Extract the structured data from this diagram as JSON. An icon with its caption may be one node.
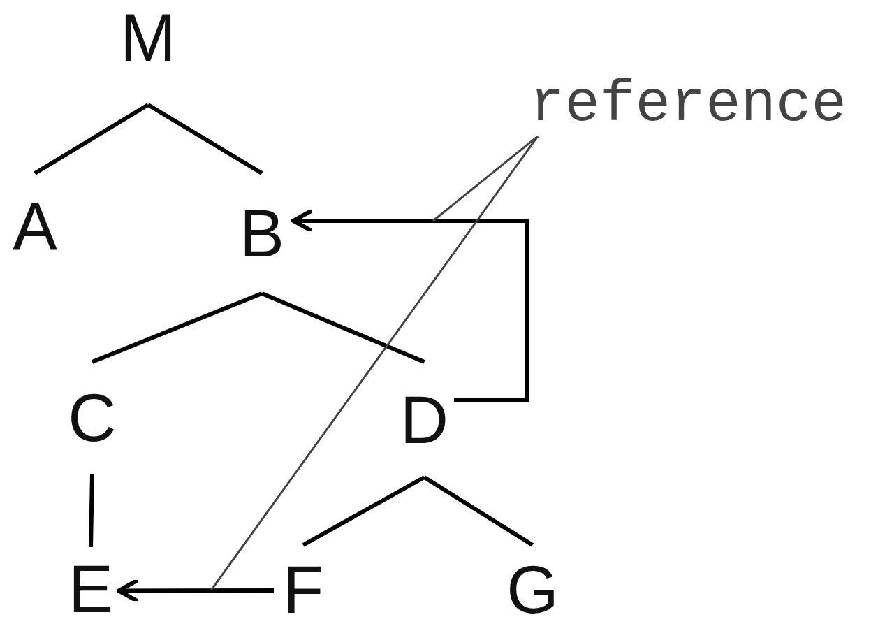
{
  "diagram": {
    "nodes": [
      {
        "text": [
          "M"
        ]
      },
      {
        "text": [
          "A"
        ]
      },
      {
        "text": [
          "B"
        ]
      },
      {
        "text": [
          "C"
        ]
      },
      {
        "text": [
          "D"
        ]
      },
      {
        "text": [
          "E"
        ]
      },
      {
        "text": [
          "F"
        ]
      },
      {
        "text": [
          "G"
        ]
      },
      {
        "text": [
          "reference"
        ]
      }
    ],
    "edges": [
      {
        "from": 0,
        "to": 1,
        "arrow": "none"
      },
      {
        "from": 0,
        "to": 2,
        "arrow": "none"
      },
      {
        "from": 2,
        "to": 3,
        "arrow": "none"
      },
      {
        "from": 2,
        "to": 4,
        "arrow": "none"
      },
      {
        "from": 3,
        "to": 5,
        "arrow": "none"
      },
      {
        "from": 4,
        "to": 6,
        "arrow": "none"
      },
      {
        "from": 4,
        "to": 7,
        "arrow": "none"
      },
      {
        "from": 4,
        "to": 2,
        "arrow": "to"
      },
      {
        "from": 6,
        "to": 5,
        "arrow": "to"
      },
      {
        "from": 8,
        "to": null,
        "arrow": "none",
        "color": "#444444"
      },
      {
        "from": 8,
        "to": null,
        "arrow": "none",
        "color": "#444444"
      }
    ]
  }
}
